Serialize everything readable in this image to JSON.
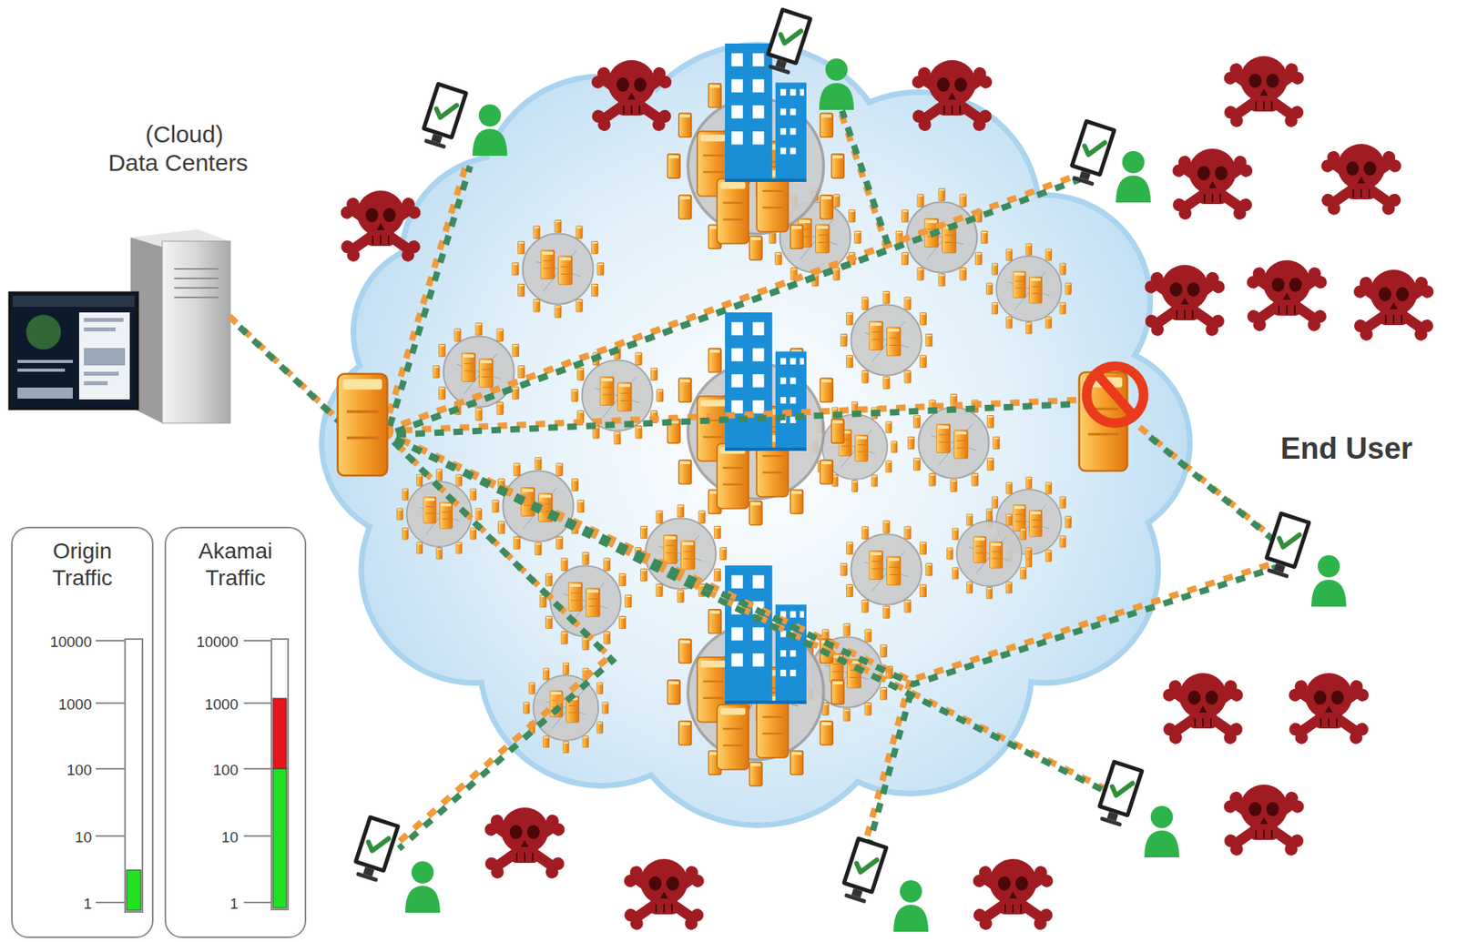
{
  "diagram": {
    "nodes": [
      {
        "text": [
          "Origin Traffic",
          "10000",
          "1000",
          "100",
          "10",
          "1"
        ]
      },
      {
        "text": [
          "Akamai Traffic",
          "10000",
          "1000",
          "100",
          "10",
          "1"
        ]
      }
    ],
    "labels": [
      "(Cloud) Data Centers",
      "End User"
    ]
  }
}
